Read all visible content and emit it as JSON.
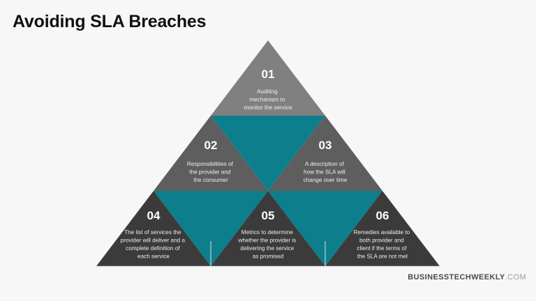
{
  "page": {
    "title": "Avoiding SLA Breaches",
    "background_color": "#f7f7f7"
  },
  "colors": {
    "row1_gray": "#808080",
    "row2_gray": "#5e5e5e",
    "row3_gray": "#3b3b3b",
    "teal": "#0d7e8c",
    "number_color": "#ffffff",
    "body_color": "#ededed",
    "title_color": "#111111",
    "divider_color": "#e2e2e2"
  },
  "diagram": {
    "type": "pyramid",
    "rows": 3,
    "segments": [
      {
        "number": "01",
        "lines": [
          "Auditing",
          "mechanism to",
          "monitor the service"
        ],
        "row": 1,
        "fill": "row1_gray"
      },
      {
        "number": "02",
        "lines": [
          "Responsibilities of",
          "the provider and",
          "the consumer"
        ],
        "row": 2,
        "fill": "row2_gray"
      },
      {
        "number": "03",
        "lines": [
          "A description of",
          "how the SLA will",
          "change over time"
        ],
        "row": 2,
        "fill": "row2_gray"
      },
      {
        "number": "04",
        "lines": [
          "The list of services the",
          "provider will deliver and a",
          "complete definition of",
          "each service"
        ],
        "row": 3,
        "fill": "row3_gray"
      },
      {
        "number": "05",
        "lines": [
          "Metrics to determine",
          "whether the provider is",
          "delivering the service",
          "as promised"
        ],
        "row": 3,
        "fill": "row3_gray"
      },
      {
        "number": "06",
        "lines": [
          "Remedies available to",
          "both provider and",
          "client if the terms of",
          "the SLA are not met"
        ],
        "row": 3,
        "fill": "row3_gray"
      }
    ],
    "accent_segments": [
      {
        "name": "inverted-teal-row2",
        "row": 2
      },
      {
        "name": "inverted-teal-row3-left",
        "row": 3
      },
      {
        "name": "inverted-teal-row3-right",
        "row": 3
      }
    ]
  },
  "footer": {
    "brand": "BUSINESSTECHWEEKLY",
    "tld": ".COM"
  }
}
